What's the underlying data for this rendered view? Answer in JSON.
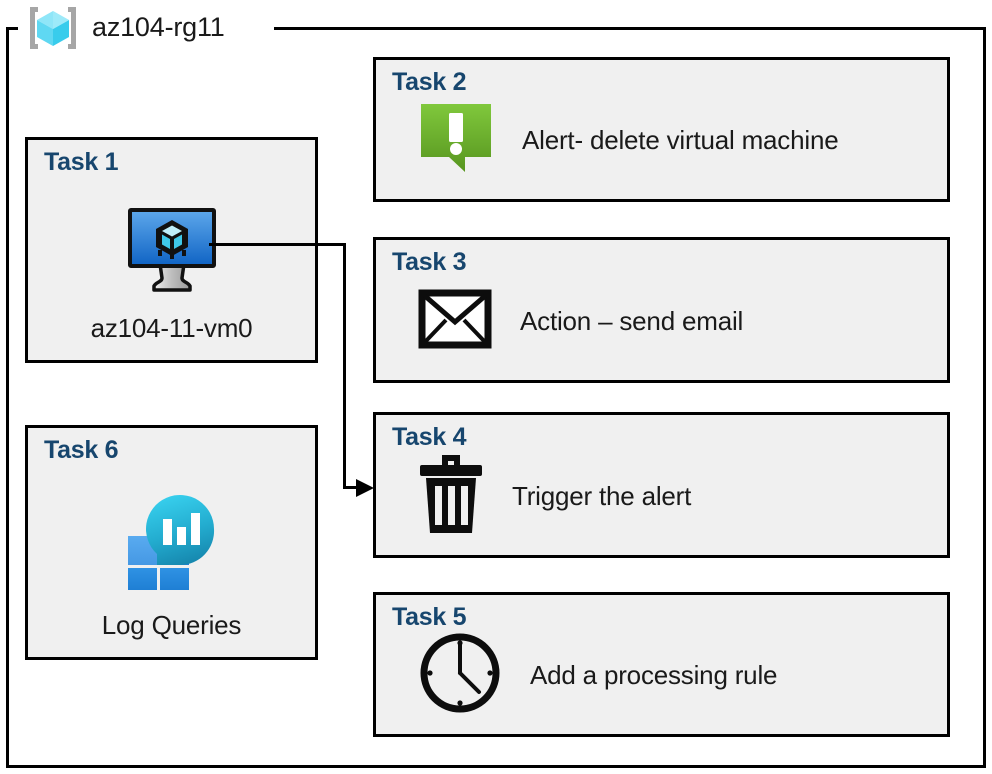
{
  "diagram": {
    "container": {
      "title": "az104-rg11",
      "icon": "azure-resource-group-icon"
    },
    "accent_color": "#17466E",
    "card_bg": "#F0F0F0",
    "card_border": "#000000"
  },
  "cards": [
    {
      "id": "task1",
      "title": "Task 1",
      "label": "az104-11-vm0",
      "icon": "virtual-machine-icon"
    },
    {
      "id": "task2",
      "title": "Task 2",
      "label": "Alert- delete virtual machine",
      "icon": "alert-exclamation-icon"
    },
    {
      "id": "task3",
      "title": "Task 3",
      "label": "Action – send email",
      "icon": "envelope-icon"
    },
    {
      "id": "task4",
      "title": "Task 4",
      "label": "Trigger the alert",
      "icon": "trash-icon"
    },
    {
      "id": "task5",
      "title": "Task 5",
      "label": "Add a processing rule",
      "icon": "clock-icon"
    },
    {
      "id": "task6",
      "title": "Task 6",
      "label": "Log Queries",
      "icon": "log-analytics-icon"
    }
  ],
  "connector": {
    "from": "task1",
    "to": "task4",
    "style": "elbow-arrow"
  },
  "colors": {
    "rg_cube_light": "#7EE0F5",
    "rg_cube_mid": "#4FD1EC",
    "rg_bracket": "#A6A6A6",
    "vm_screen_top": "#5AA3E8",
    "vm_screen_bottom": "#1267C4",
    "alert_green_top": "#7DC242",
    "alert_green_bottom": "#5B9A28",
    "log_teal_top": "#32C5E6",
    "log_teal_bottom": "#1A8FB5",
    "log_square_light": "#4BA0EC",
    "log_square_dark": "#2388DE"
  }
}
